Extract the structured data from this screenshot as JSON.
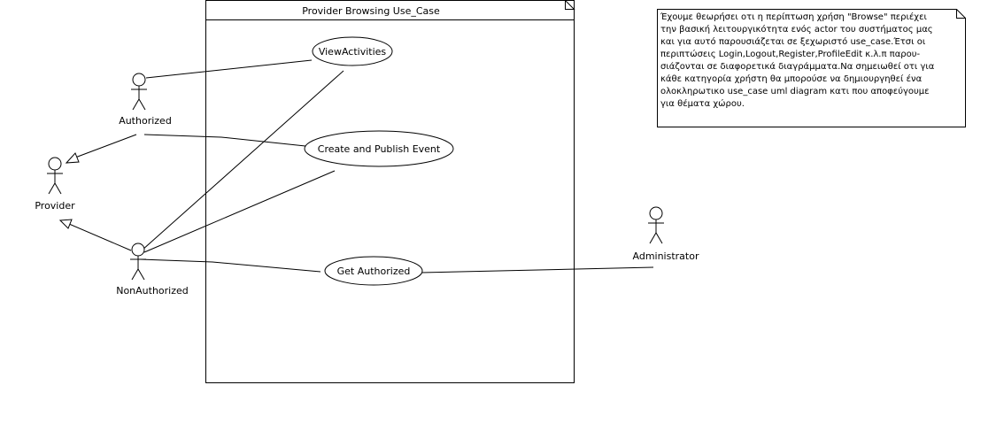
{
  "system_boundary": {
    "title": "Provider Browsing Use_Case"
  },
  "actors": {
    "authorized": "Authorized",
    "provider": "Provider",
    "non_authorized": "NonAuthorized",
    "administrator": "Administrator"
  },
  "use_cases": {
    "view_activities": "ViewActivities",
    "create_publish_event": "Create and Publish Event",
    "get_authorized": "Get Authorized"
  },
  "note": {
    "lines": [
      "Έχουμε θεωρήσει οτι η περίπτωση χρήση \"Browse\" περιέχει",
      "την βασική λειτουργικότητα ενός actor του συστήματος μας",
      "και για αυτό παρουσιάζεται σε ξεχωριστό use_case.Έτσι οι",
      "περιπτώσεις Login,Logout,Register,ProfileEdit κ.λ.π παρου-",
      "σιάζονται σε διαφορετικά διαγράμματα.Να σημειωθεί οτι για",
      "κάθε κατηγορία χρήστη θα μπορούσε να δημιουργηθεί ένα",
      "ολοκληρωτικο use_case uml diagram κατι που αποφεύγουμε",
      "για θέματα χώρου."
    ]
  }
}
